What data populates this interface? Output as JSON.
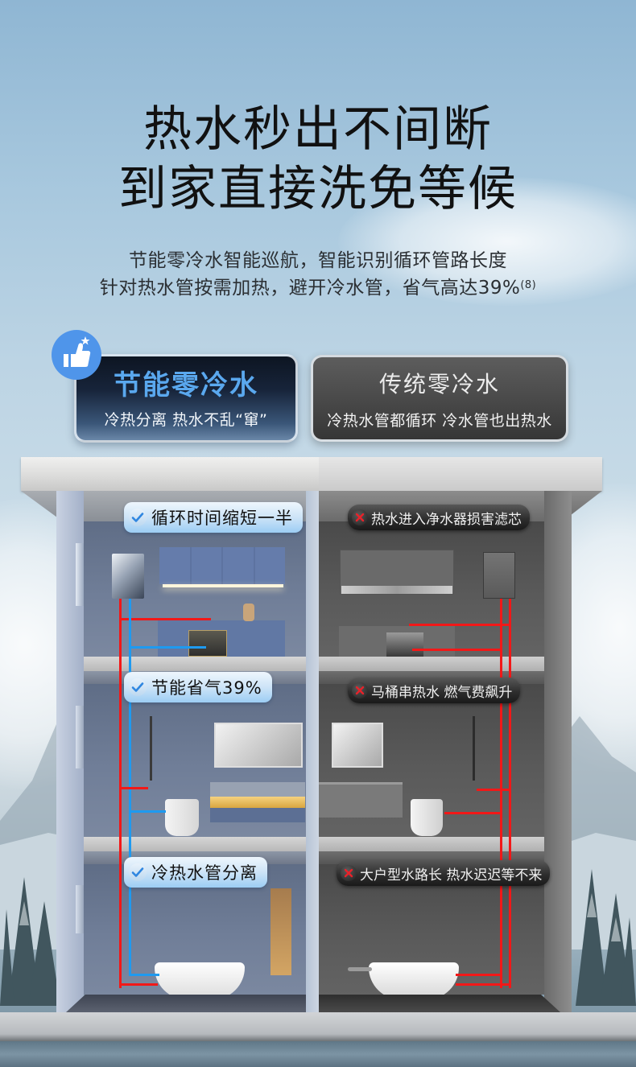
{
  "headline": {
    "line1": "热水秒出不间断",
    "line2": "到家直接洗免等候"
  },
  "description": {
    "line1": "节能零冷水智能巡航，智能识别循环管路长度",
    "line2": "针对热水管按需加热，避开冷水管，省气高达39%",
    "footnote": "(8)"
  },
  "comparison": {
    "ours": {
      "icon": "thumbs-up-icon",
      "title": "节能零冷水",
      "subtitle": "冷热分离 热水不乱“窜”",
      "title_color": "#5aa8ee"
    },
    "traditional": {
      "title": "传统零冷水",
      "subtitle": "冷热水管都循环 冷水管也出热水"
    }
  },
  "diagram": {
    "left_benefits": [
      {
        "icon": "check-icon",
        "text": "循环时间缩短一半"
      },
      {
        "icon": "check-icon",
        "text": "节能省气39%"
      },
      {
        "icon": "check-icon",
        "text": "冷热水管分离"
      }
    ],
    "right_drawbacks": [
      {
        "icon": "cross-icon",
        "text": "热水进入净水器损害滤芯"
      },
      {
        "icon": "cross-icon",
        "text": "马桶串热水 燃气费飙升"
      },
      {
        "icon": "cross-icon",
        "text": "大户型水路长 热水迟迟等不来"
      }
    ],
    "colors": {
      "hot_pipe": "#f21818",
      "cold_pipe": "#1e9af0",
      "check": "#2f86e0",
      "cross": "#e8222a"
    }
  }
}
